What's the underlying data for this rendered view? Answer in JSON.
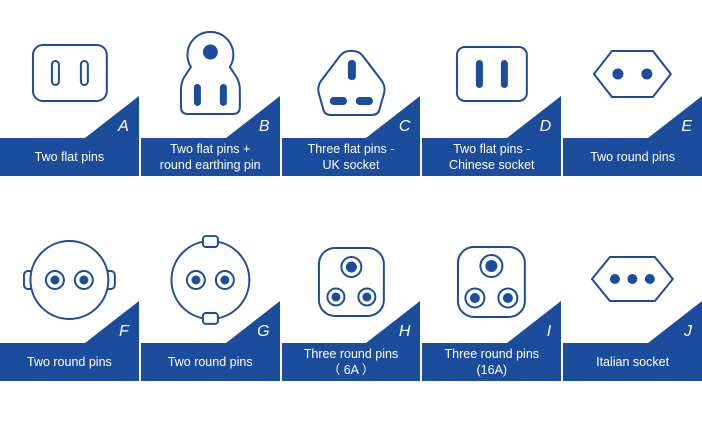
{
  "accent_color": "#1c4d9c",
  "cards": [
    {
      "letter": "A",
      "icon": "type-a-two-flat-pins-icon",
      "label_lines": [
        "Two flat pins"
      ]
    },
    {
      "letter": "B",
      "icon": "type-b-flat-pins-earth-icon",
      "label_lines": [
        "Two flat pins +",
        "round earthing pin"
      ]
    },
    {
      "letter": "C",
      "icon": "type-g-uk-socket-icon",
      "label_lines": [
        "Three flat pins -",
        "UK socket"
      ]
    },
    {
      "letter": "D",
      "icon": "chinese-socket-icon",
      "label_lines": [
        "Two flat pins -",
        "Chinese socket"
      ]
    },
    {
      "letter": "E",
      "icon": "europlug-two-round-pins-icon",
      "label_lines": [
        "Two round pins"
      ]
    },
    {
      "letter": "F",
      "icon": "french-socket-icon",
      "label_lines": [
        "Two round pins"
      ]
    },
    {
      "letter": "G",
      "icon": "schuko-socket-icon",
      "label_lines": [
        "Two round pins"
      ]
    },
    {
      "letter": "H",
      "icon": "three-round-pins-6a-icon",
      "label_lines": [
        "Three round pins",
        "（ 6A ）"
      ]
    },
    {
      "letter": "I",
      "icon": "three-round-pins-16a-icon",
      "label_lines": [
        "Three round pins",
        "(16A)"
      ]
    },
    {
      "letter": "J",
      "icon": "italian-socket-icon",
      "label_lines": [
        "Italian socket"
      ]
    }
  ]
}
